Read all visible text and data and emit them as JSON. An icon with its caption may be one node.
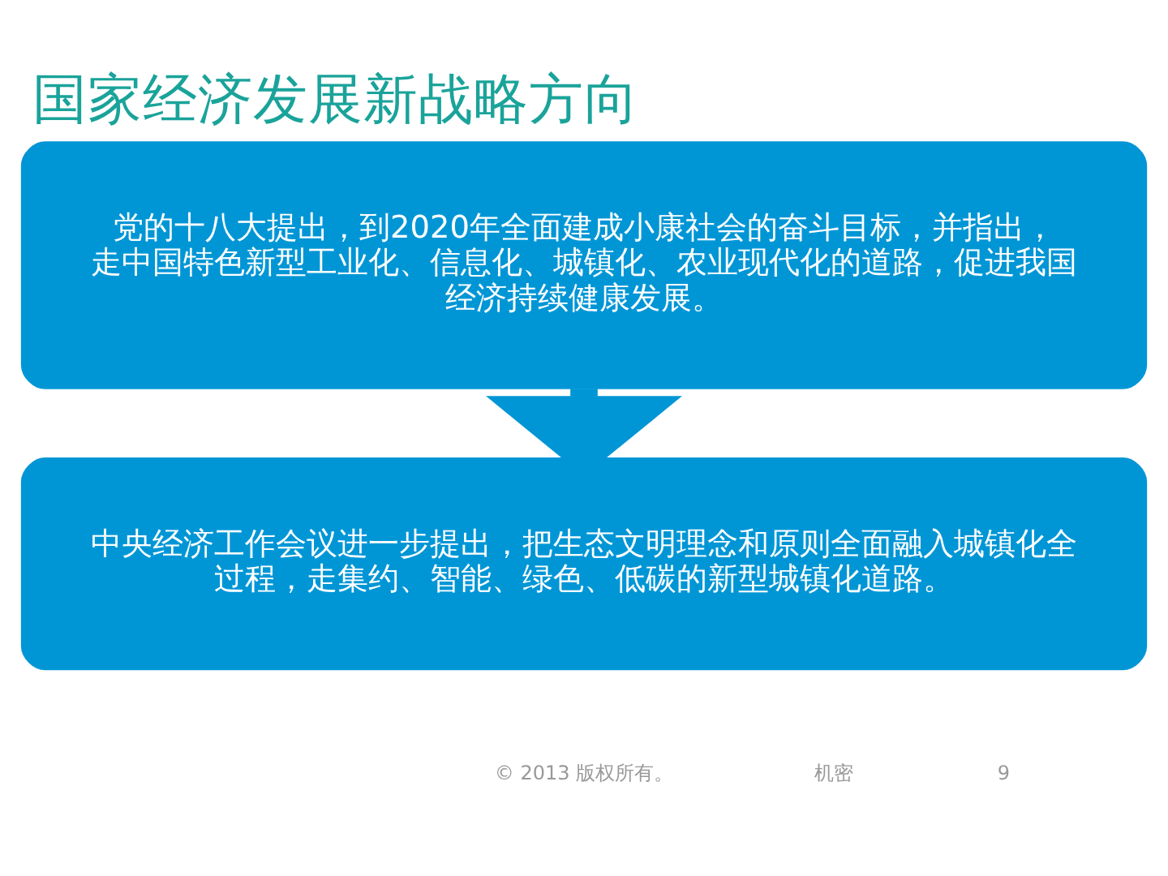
{
  "diagram": {
    "title": "国家经济发展新战略方向",
    "nodes": [
      {
        "text": [
          "党的十八大提出，到2020年全面建成小康社会的奋斗目标，并指出，走中国特色新型工业化、信息化、城镇化、农业现代化的道路，促进我国经济持续健康发展。"
        ]
      },
      {
        "text": [
          "中央经济工作会议进一步提出，把生态文明理念和原则全面融入城镇化全过程，走集约、智能、绿色、低碳的新型城镇化道路。"
        ]
      }
    ],
    "edges": [
      {
        "from": 0,
        "to": 1,
        "arrow": "to"
      }
    ],
    "labels": [
      "© 2013 版权所有。",
      "机密",
      "9"
    ]
  }
}
